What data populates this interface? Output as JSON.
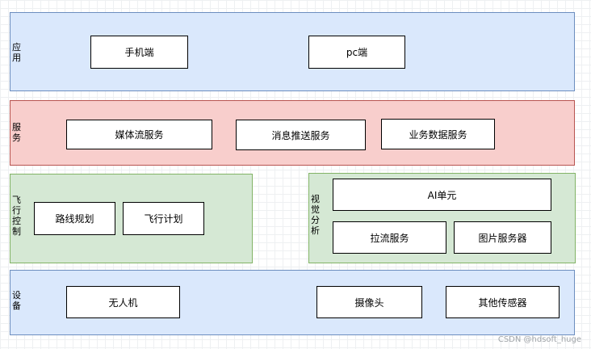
{
  "layers": {
    "app": {
      "label": "应用",
      "nodes": [
        "手机端",
        "pc端"
      ]
    },
    "service": {
      "label": "服务",
      "nodes": [
        "媒体流服务",
        "消息推送服务",
        "业务数据服务"
      ]
    },
    "flight": {
      "label": "飞行控制",
      "nodes": [
        "路线规划",
        "飞行计划"
      ]
    },
    "vision": {
      "label": "视觉分析",
      "nodes": [
        "AI单元",
        "拉流服务",
        "图片服务器"
      ]
    },
    "device": {
      "label": "设备",
      "nodes": [
        "无人机",
        "摄像头",
        "其他传感器"
      ]
    }
  },
  "watermark": "CSDN @hdsoft_huge",
  "colors": {
    "blue_fill": "#dae8fc",
    "blue_stroke": "#6c8ebf",
    "red_fill": "#f8cecc",
    "red_stroke": "#b85450",
    "green_fill": "#d5e8d4",
    "green_stroke": "#82b366"
  }
}
